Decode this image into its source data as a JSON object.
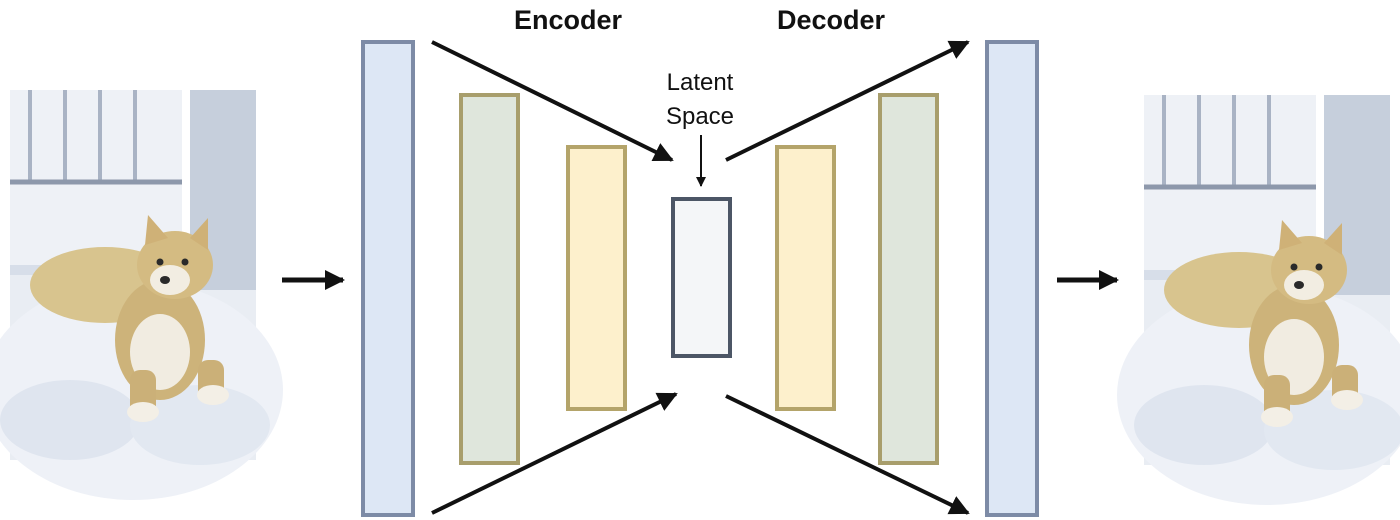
{
  "diagram": {
    "encoder_label": "Encoder",
    "decoder_label": "Decoder",
    "latent_label_line1": "Latent",
    "latent_label_line2": "Space"
  },
  "colors": {
    "outer_layer_fill": "#dde7f5",
    "outer_layer_stroke": "#7d8ba6",
    "mid_layer_fill": "#dfe6dc",
    "mid_layer_stroke": "#a89e6c",
    "inner_layer_fill": "#fdf0cc",
    "inner_layer_stroke": "#b4a46a",
    "latent_fill": "#f4f6f8",
    "latent_stroke": "#4c5666",
    "arrow": "#111111"
  },
  "images": {
    "input_image_icon": "shiba-inu-photo-icon",
    "output_image_icon": "shiba-inu-photo-icon"
  }
}
